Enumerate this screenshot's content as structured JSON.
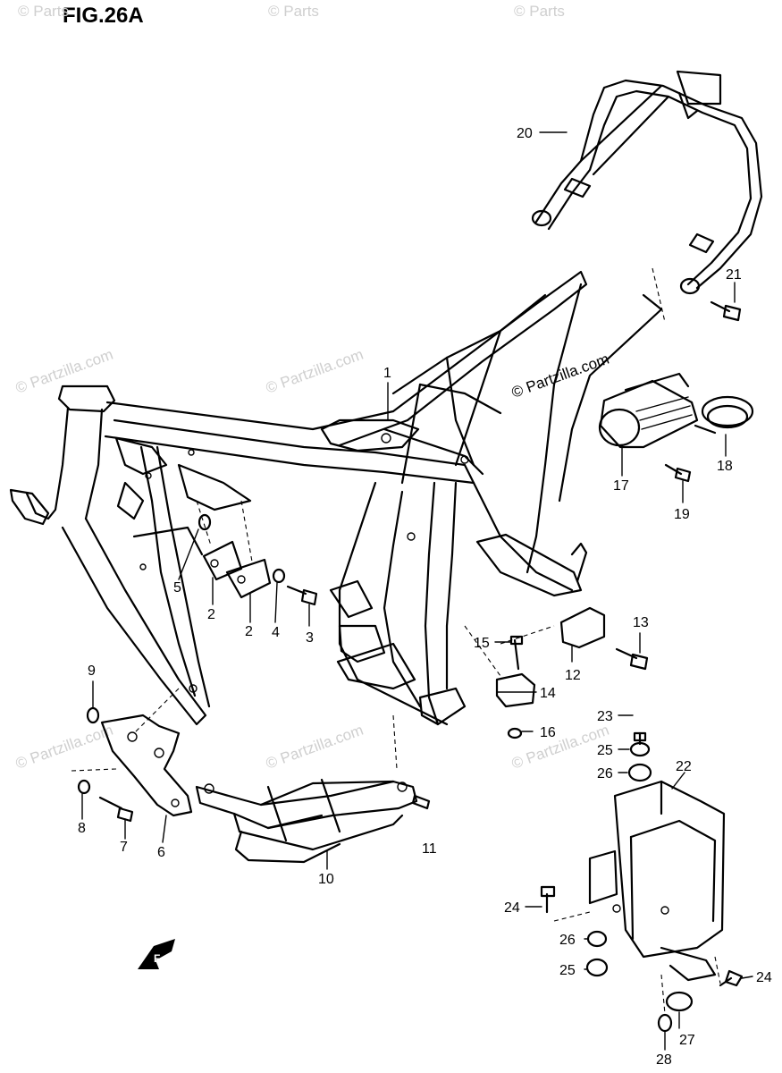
{
  "figure": {
    "title": "FIG.26A"
  },
  "watermarks": {
    "text": "© Partzilla.com",
    "short_text": "© Parts"
  },
  "callouts": [
    {
      "id": "c1",
      "label": "1"
    },
    {
      "id": "c2a",
      "label": "2"
    },
    {
      "id": "c2b",
      "label": "2"
    },
    {
      "id": "c3",
      "label": "3"
    },
    {
      "id": "c4",
      "label": "4"
    },
    {
      "id": "c5",
      "label": "5"
    },
    {
      "id": "c6",
      "label": "6"
    },
    {
      "id": "c7",
      "label": "7"
    },
    {
      "id": "c8",
      "label": "8"
    },
    {
      "id": "c9",
      "label": "9"
    },
    {
      "id": "c10",
      "label": "10"
    },
    {
      "id": "c11",
      "label": "11"
    },
    {
      "id": "c12",
      "label": "12"
    },
    {
      "id": "c13",
      "label": "13"
    },
    {
      "id": "c14",
      "label": "14"
    },
    {
      "id": "c15",
      "label": "15"
    },
    {
      "id": "c16",
      "label": "16"
    },
    {
      "id": "c17",
      "label": "17"
    },
    {
      "id": "c18",
      "label": "18"
    },
    {
      "id": "c19",
      "label": "19"
    },
    {
      "id": "c20",
      "label": "20"
    },
    {
      "id": "c21",
      "label": "21"
    },
    {
      "id": "c22",
      "label": "22"
    },
    {
      "id": "c23",
      "label": "23"
    },
    {
      "id": "c24a",
      "label": "24"
    },
    {
      "id": "c24b",
      "label": "24"
    },
    {
      "id": "c25a",
      "label": "25"
    },
    {
      "id": "c25b",
      "label": "25"
    },
    {
      "id": "c26a",
      "label": "26"
    },
    {
      "id": "c26b",
      "label": "26"
    },
    {
      "id": "c27",
      "label": "27"
    },
    {
      "id": "c28",
      "label": "28"
    }
  ],
  "front_arrow": {
    "label": "F"
  }
}
